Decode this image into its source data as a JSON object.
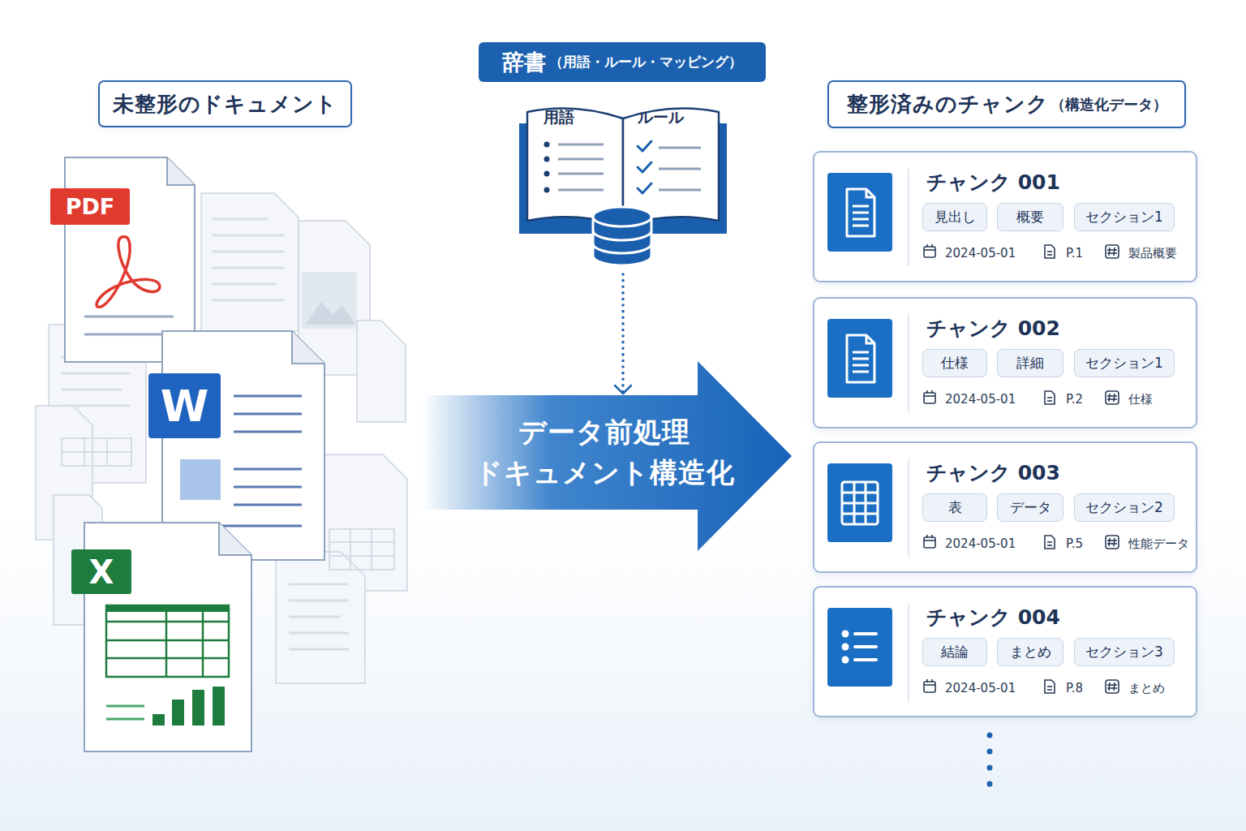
{
  "diagram": {
    "nodes": [
      {
        "text": [
          "未整形のドキュメント"
        ]
      },
      {
        "text": [
          "辞書",
          "（用語・ルール・マッピング）"
        ]
      },
      {
        "text": [
          "用語",
          "ルール"
        ]
      },
      {
        "text": [
          "整形済みのチャンク",
          "（構造化データ）"
        ]
      },
      {
        "text": [
          "データ前処理 ドキュメント構造化"
        ]
      },
      {
        "text": [
          "チャンク 001",
          "2024-05-01",
          "P.1",
          "製品概要"
        ]
      },
      {
        "text": [
          "見出し"
        ],
        "in": 5
      },
      {
        "text": [
          "概要"
        ],
        "in": 5
      },
      {
        "text": [
          "セクション1"
        ],
        "in": 5
      },
      {
        "text": [
          "チャンク 002",
          "2024-05-01",
          "P.2",
          "仕様"
        ]
      },
      {
        "text": [
          "仕様"
        ],
        "in": 9
      },
      {
        "text": [
          "詳細"
        ],
        "in": 9
      },
      {
        "text": [
          "セクション1"
        ],
        "in": 9
      },
      {
        "text": [
          "チャンク 003",
          "2024-05-01",
          "P.5",
          "性能データ"
        ]
      },
      {
        "text": [
          "表"
        ],
        "in": 13
      },
      {
        "text": [
          "データ"
        ],
        "in": 13
      },
      {
        "text": [
          "セクション2"
        ],
        "in": 13
      },
      {
        "text": [
          "チャンク 004",
          "2024-05-01",
          "P.8",
          "まとめ"
        ]
      },
      {
        "text": [
          "結論"
        ],
        "in": 17
      },
      {
        "text": [
          "まとめ"
        ],
        "in": 17
      },
      {
        "text": [
          "セクション3"
        ],
        "in": 17
      }
    ],
    "edges": [
      {
        "from": 2,
        "to": 4,
        "arrow": "to"
      }
    ],
    "labels": [
      "PDF",
      "W",
      "X"
    ]
  }
}
